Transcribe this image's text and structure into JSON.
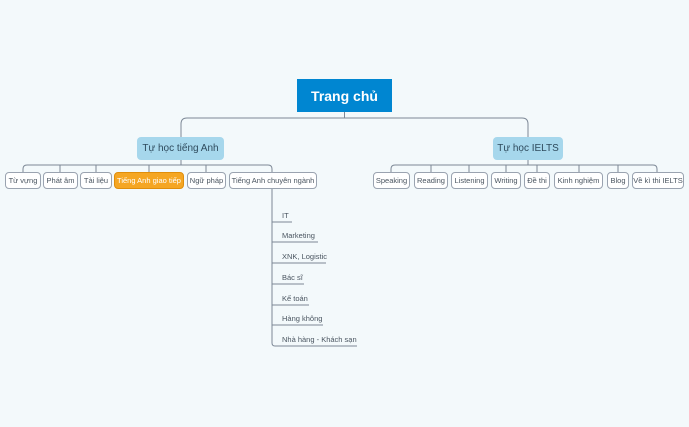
{
  "root": {
    "label": "Trang chủ"
  },
  "left_branch": {
    "label": "Tự học tiếng Anh",
    "children": [
      "Từ vựng",
      "Phát âm",
      "Tài liệu",
      "Tiếng Anh giao tiếp",
      "Ngữ pháp",
      "Tiếng Anh chuyên ngành"
    ],
    "sub_children": [
      "IT",
      "Marketing",
      "XNK, Logistic",
      "Bác sĩ",
      "Kế toán",
      "Hàng không",
      "Nhà hàng - Khách sạn"
    ]
  },
  "right_branch": {
    "label": "Tự học IELTS",
    "children": [
      "Speaking",
      "Reading",
      "Listening",
      "Writing",
      "Đề thi",
      "Kinh nghiệm",
      "Blog",
      "Về kì thi IELTS"
    ]
  },
  "colors": {
    "background": "#f3f9fb",
    "root_fill": "#0086d1",
    "branch_fill": "#a6d7ec",
    "highlight_fill": "#f5a623",
    "connector": "#7d8896"
  }
}
